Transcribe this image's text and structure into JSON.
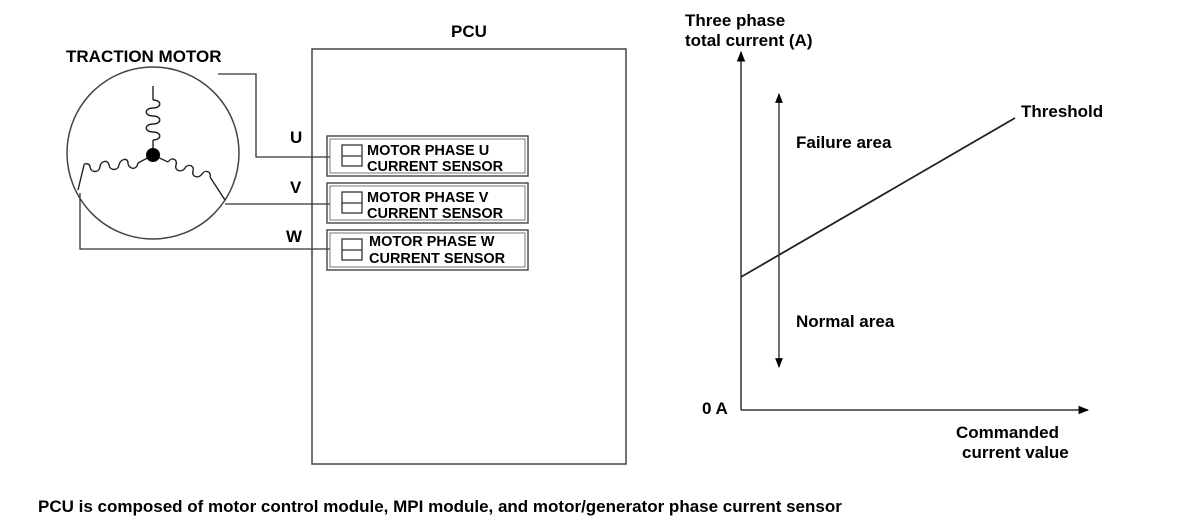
{
  "motor": {
    "title": "TRACTION MOTOR"
  },
  "pcu": {
    "title": "PCU"
  },
  "phases": [
    {
      "terminal": "U",
      "sensor_line1": "MOTOR PHASE U",
      "sensor_line2": "CURRENT SENSOR"
    },
    {
      "terminal": "V",
      "sensor_line1": "MOTOR PHASE V",
      "sensor_line2": "CURRENT SENSOR"
    },
    {
      "terminal": "W",
      "sensor_line1": "MOTOR PHASE W",
      "sensor_line2": "CURRENT SENSOR"
    }
  ],
  "graph": {
    "y_label_line1": "Three phase",
    "y_label_line2": "total current (A)",
    "origin_label": "0 A",
    "x_label_line1": "Commanded",
    "x_label_line2": "current value",
    "threshold_label": "Threshold",
    "failure_label": "Failure area",
    "normal_label": "Normal area"
  },
  "caption": "PCU is composed of motor control module, MPI module, and motor/generator phase current sensor"
}
